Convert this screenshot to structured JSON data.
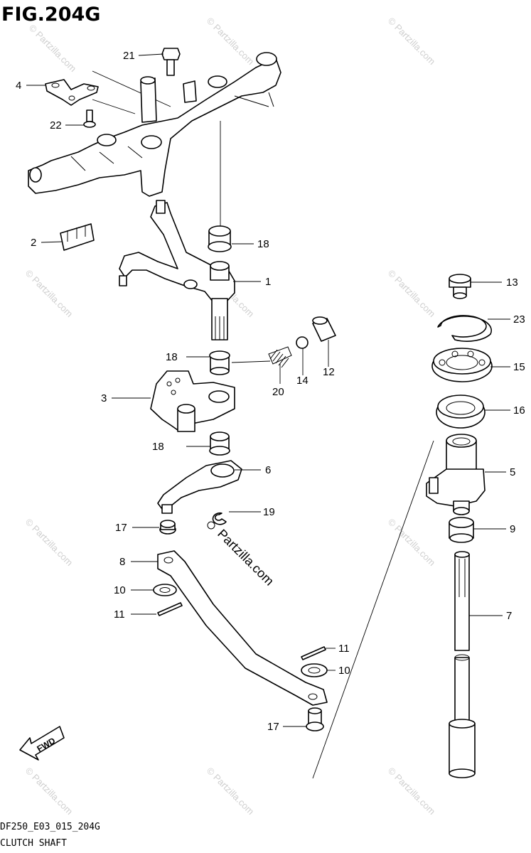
{
  "figure": {
    "title": "FIG.204G",
    "code": "DF250_E03_015_204G",
    "caption": "CLUTCH SHAFT",
    "direction_label": "FWD"
  },
  "watermark": {
    "text": "© Partzilla.com",
    "center_text": "Partzilla.com"
  },
  "callouts": [
    "21",
    "4",
    "22",
    "2",
    "18",
    "1",
    "18",
    "3",
    "20",
    "14",
    "12",
    "18",
    "6",
    "19",
    "17",
    "8",
    "10",
    "11",
    "11",
    "10",
    "17",
    "13",
    "23",
    "15",
    "16",
    "5",
    "9",
    "7"
  ]
}
